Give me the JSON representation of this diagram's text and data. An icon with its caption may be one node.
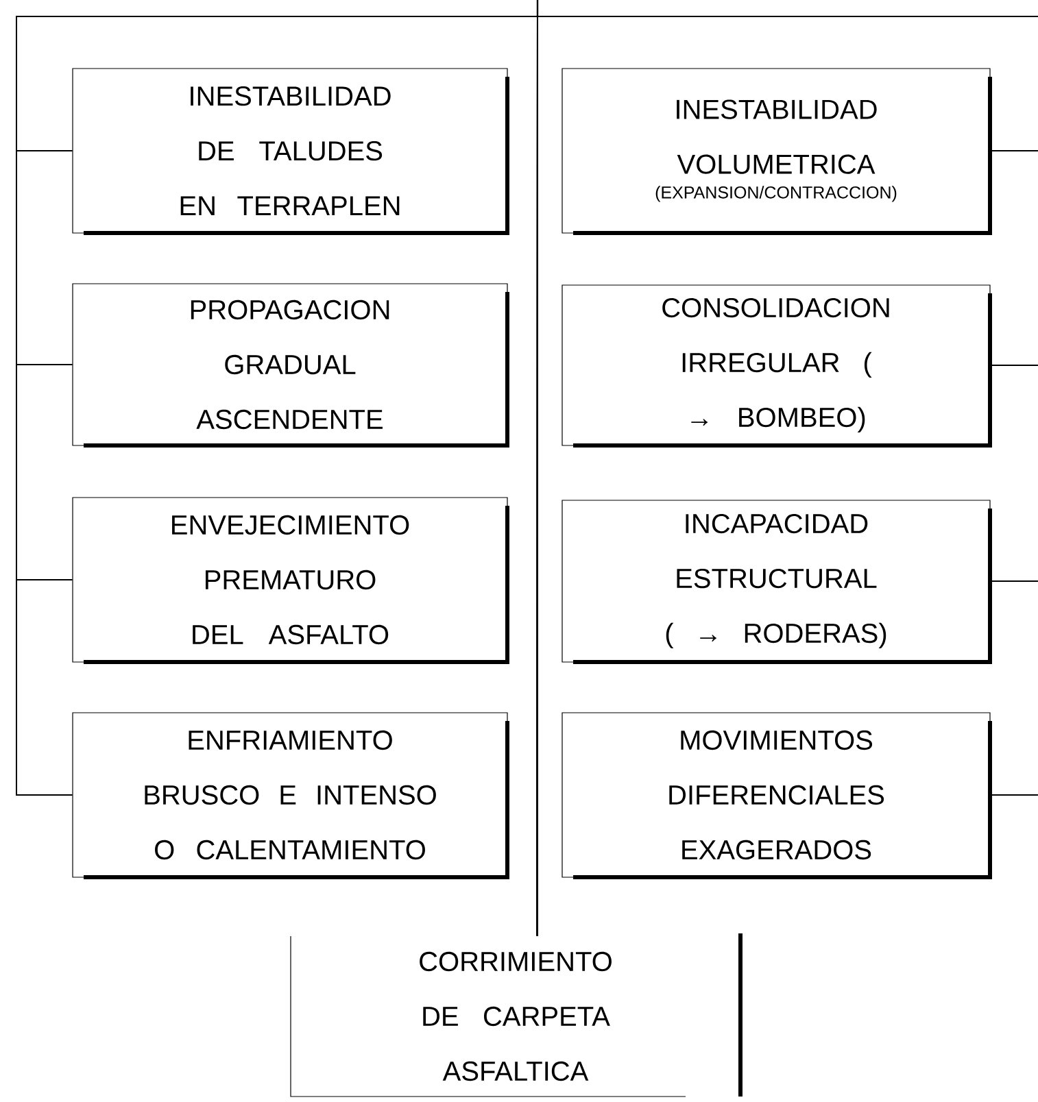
{
  "diagram": {
    "nodes": [
      {
        "text": [
          "INESTABILIDAD DE TALUDES EN TERRAPLEN"
        ]
      },
      {
        "text": [
          "INESTABILIDAD VOLUMETRICA",
          "(EXPANSION/CONTRACCION)"
        ]
      },
      {
        "text": [
          "PROPAGACION GRADUAL ASCENDENTE"
        ]
      },
      {
        "text": [
          "CONSOLIDACION IRREGULAR ( → BOMBEO)"
        ]
      },
      {
        "text": [
          "ENVEJECIMIENTO PREMATURO DEL ASFALTO"
        ]
      },
      {
        "text": [
          "INCAPACIDAD ESTRUCTURAL ( → RODERAS)"
        ]
      },
      {
        "text": [
          "ENFRIAMIENTO BRUSCO E INTENSO O CALENTAMIENTO"
        ]
      },
      {
        "text": [
          "MOVIMIENTOS DIFERENCIALES EXAGERADOS"
        ]
      },
      {
        "text": [
          "CORRIMIENTO DE CARPETA ASFALTICA"
        ]
      }
    ],
    "edges": [
      {
        "from": 0,
        "to": 8,
        "arrow": "none"
      },
      {
        "from": 1,
        "to": 8,
        "arrow": "none"
      },
      {
        "from": 2,
        "to": 8,
        "arrow": "none"
      },
      {
        "from": 3,
        "to": 8,
        "arrow": "none"
      },
      {
        "from": 4,
        "to": 8,
        "arrow": "none"
      },
      {
        "from": 5,
        "to": 8,
        "arrow": "none"
      },
      {
        "from": 6,
        "to": 8,
        "arrow": "none"
      },
      {
        "from": 7,
        "to": 8,
        "arrow": "none"
      }
    ]
  }
}
